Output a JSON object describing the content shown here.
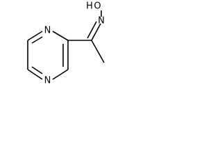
{
  "molecule": {
    "atoms": {
      "n1": "N",
      "n4": "N",
      "oxygen": "O",
      "hydrogen": "H"
    }
  }
}
